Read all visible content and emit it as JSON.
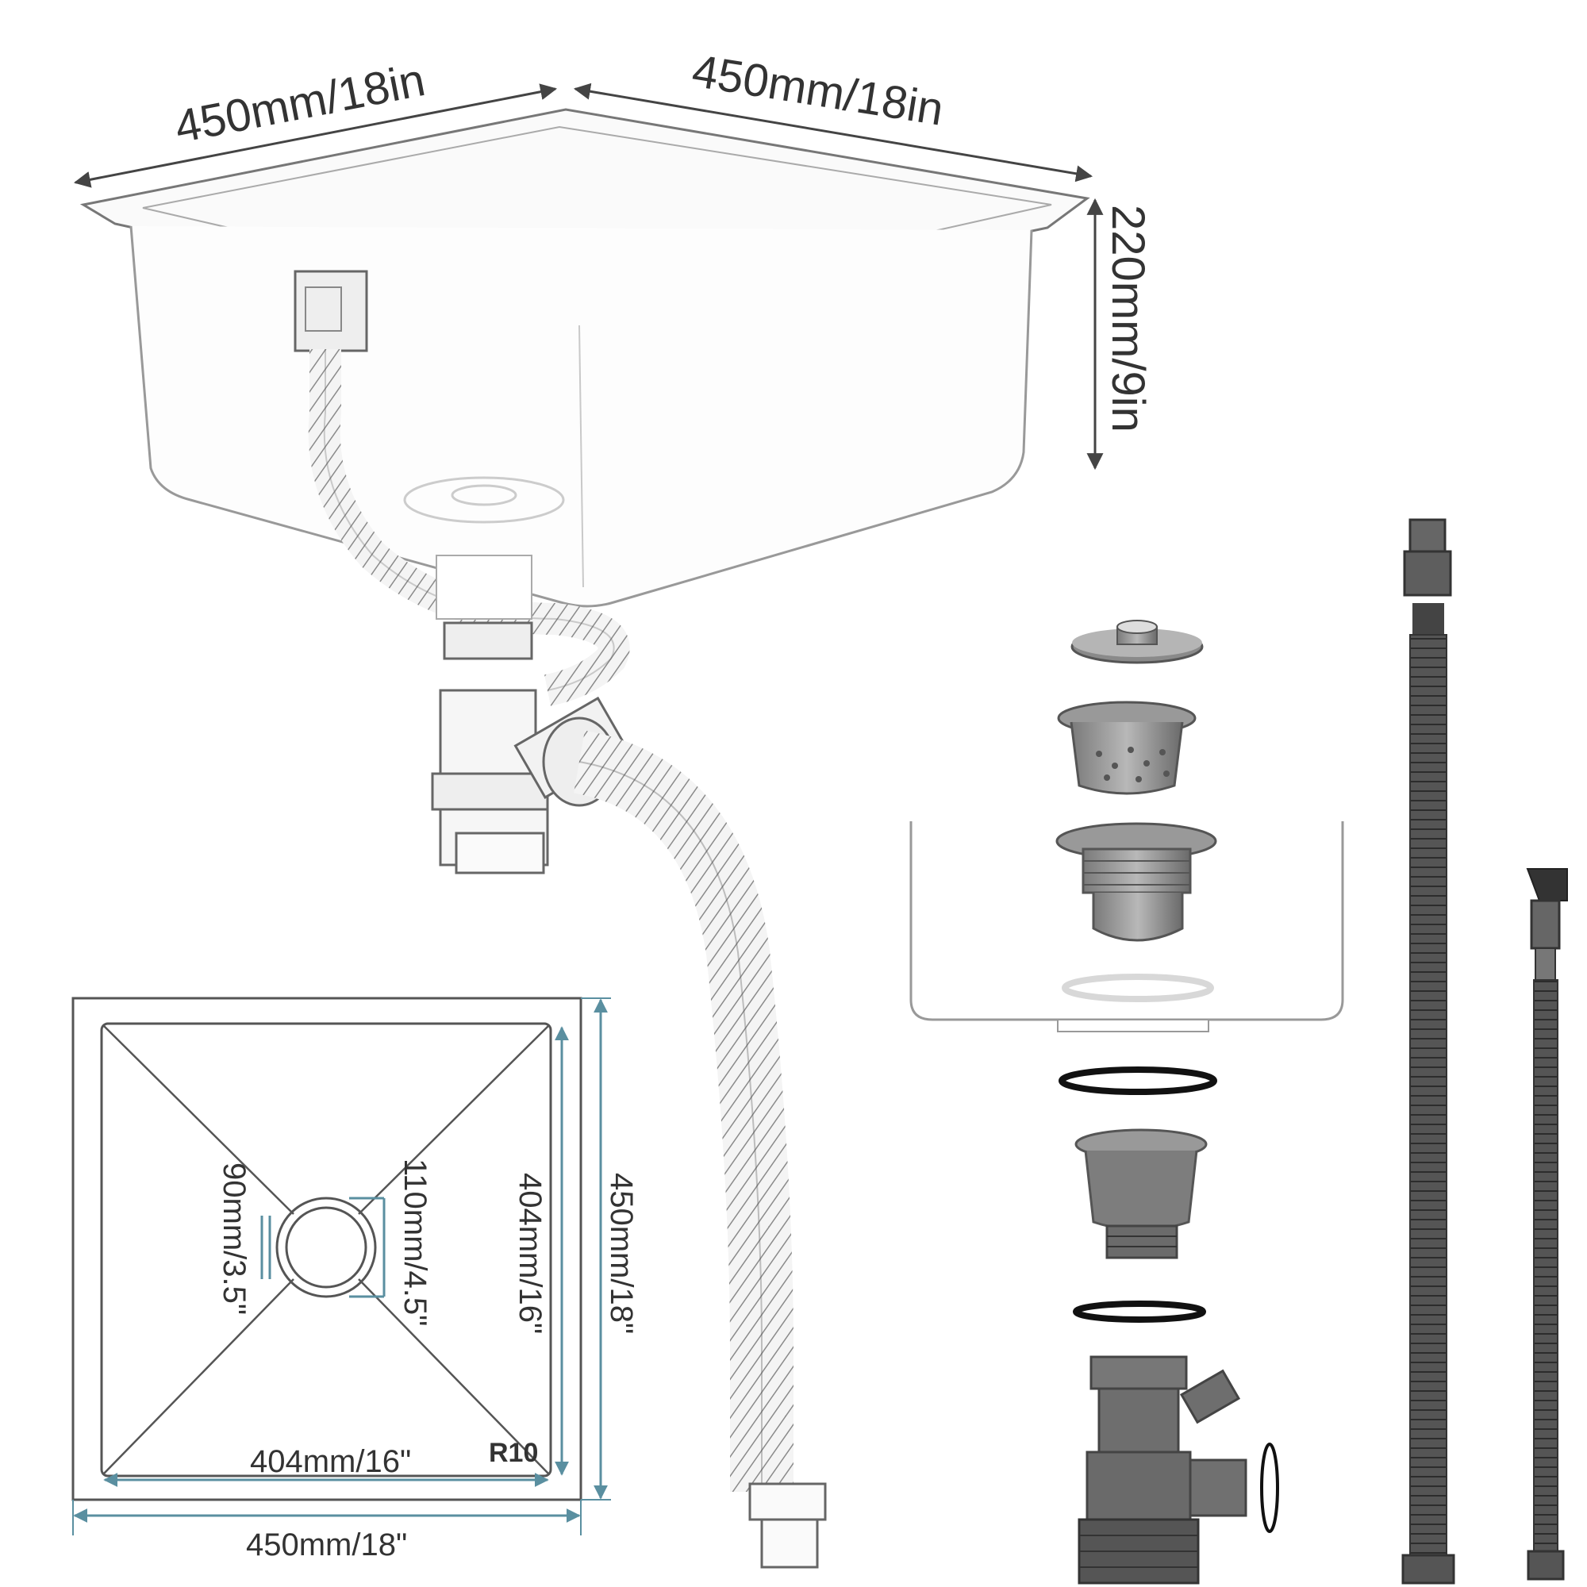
{
  "dimensions": {
    "top_width": "450mm/18in",
    "top_depth": "450mm/18in",
    "height": "220mm/9in",
    "outer_width": "450mm/18\"",
    "outer_height": "450mm/18\"",
    "inner_width": "404mm/16\"",
    "inner_height": "404mm/16\"",
    "drain_outer": "110mm/4.5\"",
    "drain_inner": "90mm/3.5\"",
    "corner_radius": "R10"
  },
  "colors": {
    "line": "#555555",
    "dim_line": "#5a8fa0",
    "part_dark": "#6b6b6b",
    "part_light": "#b0b0b0",
    "gasket": "#111111"
  }
}
